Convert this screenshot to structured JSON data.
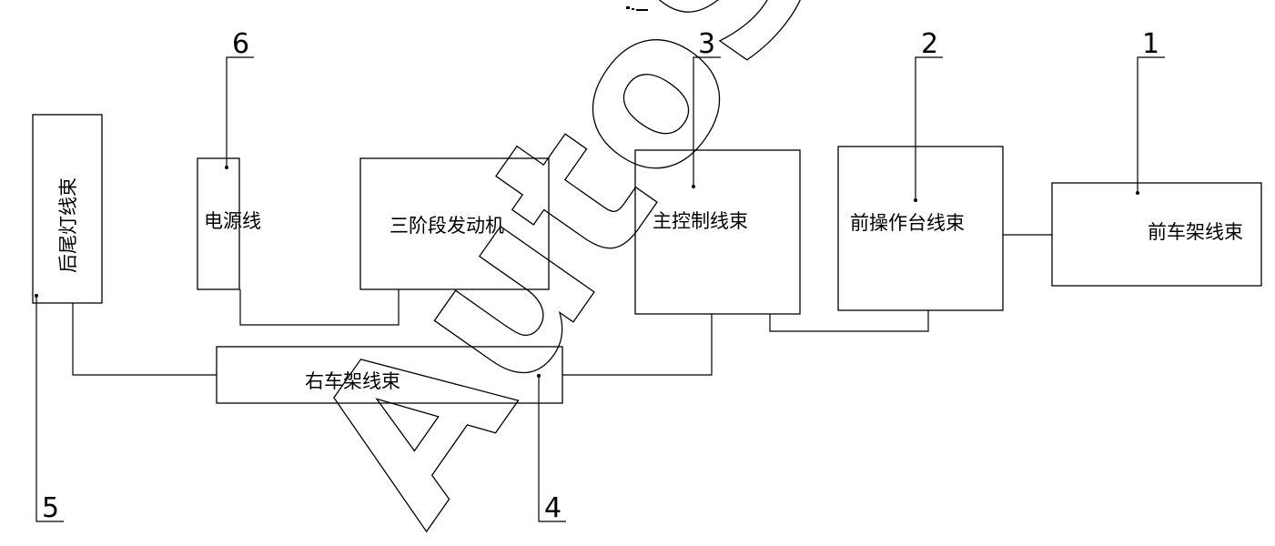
{
  "labels": {
    "rear_tail_light_harness": "后尾灯线束",
    "power_line": "电源线",
    "three_stage_engine": "三阶段发动机",
    "main_control_harness": "主控制线束",
    "front_console_harness": "前操作台线束",
    "front_frame_harness": "前车架线束",
    "right_frame_harness": "右车架线束"
  },
  "callouts": {
    "c1": "1",
    "c2": "2",
    "c3": "3",
    "c4": "4",
    "c5": "5",
    "c6": "6"
  },
  "watermark": "AutoSoft"
}
